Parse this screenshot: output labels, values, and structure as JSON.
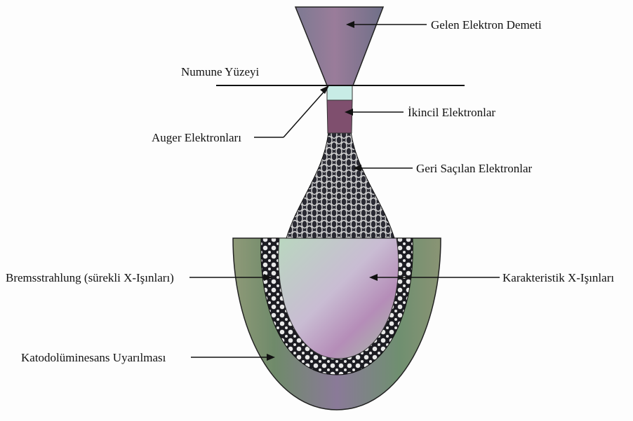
{
  "labels": {
    "incoming_beam": "Gelen Elektron Demeti",
    "sample_surface": "Numune Yüzeyi",
    "secondary_electrons": "İkincil Elektronlar",
    "auger_electrons": "Auger Elektronları",
    "backscattered_electrons": "Geri Saçılan Elektronlar",
    "bremsstrahlung": "Bremsstrahlung (sürekli X-Işınları)",
    "characteristic_xrays": "Karakteristik X-Işınları",
    "cathodoluminescence": "Katodolüminesans Uyarılması"
  },
  "colors": {
    "beam": "#8a6b8c",
    "auger_zone": "#c8ece6",
    "secondary_zone": "#7f4f6e",
    "backscatter_pattern": "#2a2a33",
    "bremsstrahlung_pattern": "#1c1c22",
    "characteristic_core": "#b98fb8",
    "cathodoluminescence_shell": "#6f8a6a",
    "line": "#111111"
  }
}
